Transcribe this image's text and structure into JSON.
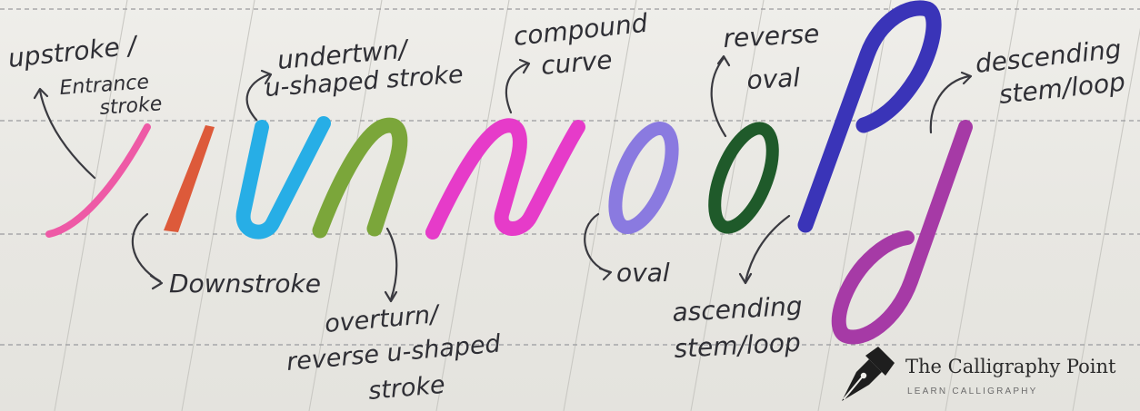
{
  "labels": {
    "upstroke": [
      "upstroke /",
      "Entrance",
      "stroke"
    ],
    "downstroke": [
      "Downstroke"
    ],
    "underturn": [
      "undertwn/",
      "u-shaped stroke"
    ],
    "overturn": [
      "overturn/",
      "reverse u-shaped",
      "stroke"
    ],
    "compound_curve": [
      "compound",
      "curve"
    ],
    "oval": [
      "oval"
    ],
    "reverse_oval": [
      "reverse",
      "oval"
    ],
    "ascending_loop": [
      "ascending",
      "stem/loop"
    ],
    "descending_loop": [
      "descending",
      "stem/loop"
    ]
  },
  "brand": {
    "name": "The Calligraphy Point",
    "tagline": "LEARN CALLIGRAPHY"
  },
  "stroke_colors": {
    "upstroke": "#ee5aa6",
    "downstroke": "#dd5a3a",
    "underturn": "#27aee6",
    "overturn": "#7ba63a",
    "compound_curve": "#e63bc9",
    "oval": "#8a7ae0",
    "reverse_oval": "#1f5a2a",
    "ascending_loop": "#3a34b8",
    "descending_loop": "#a63aa6"
  }
}
